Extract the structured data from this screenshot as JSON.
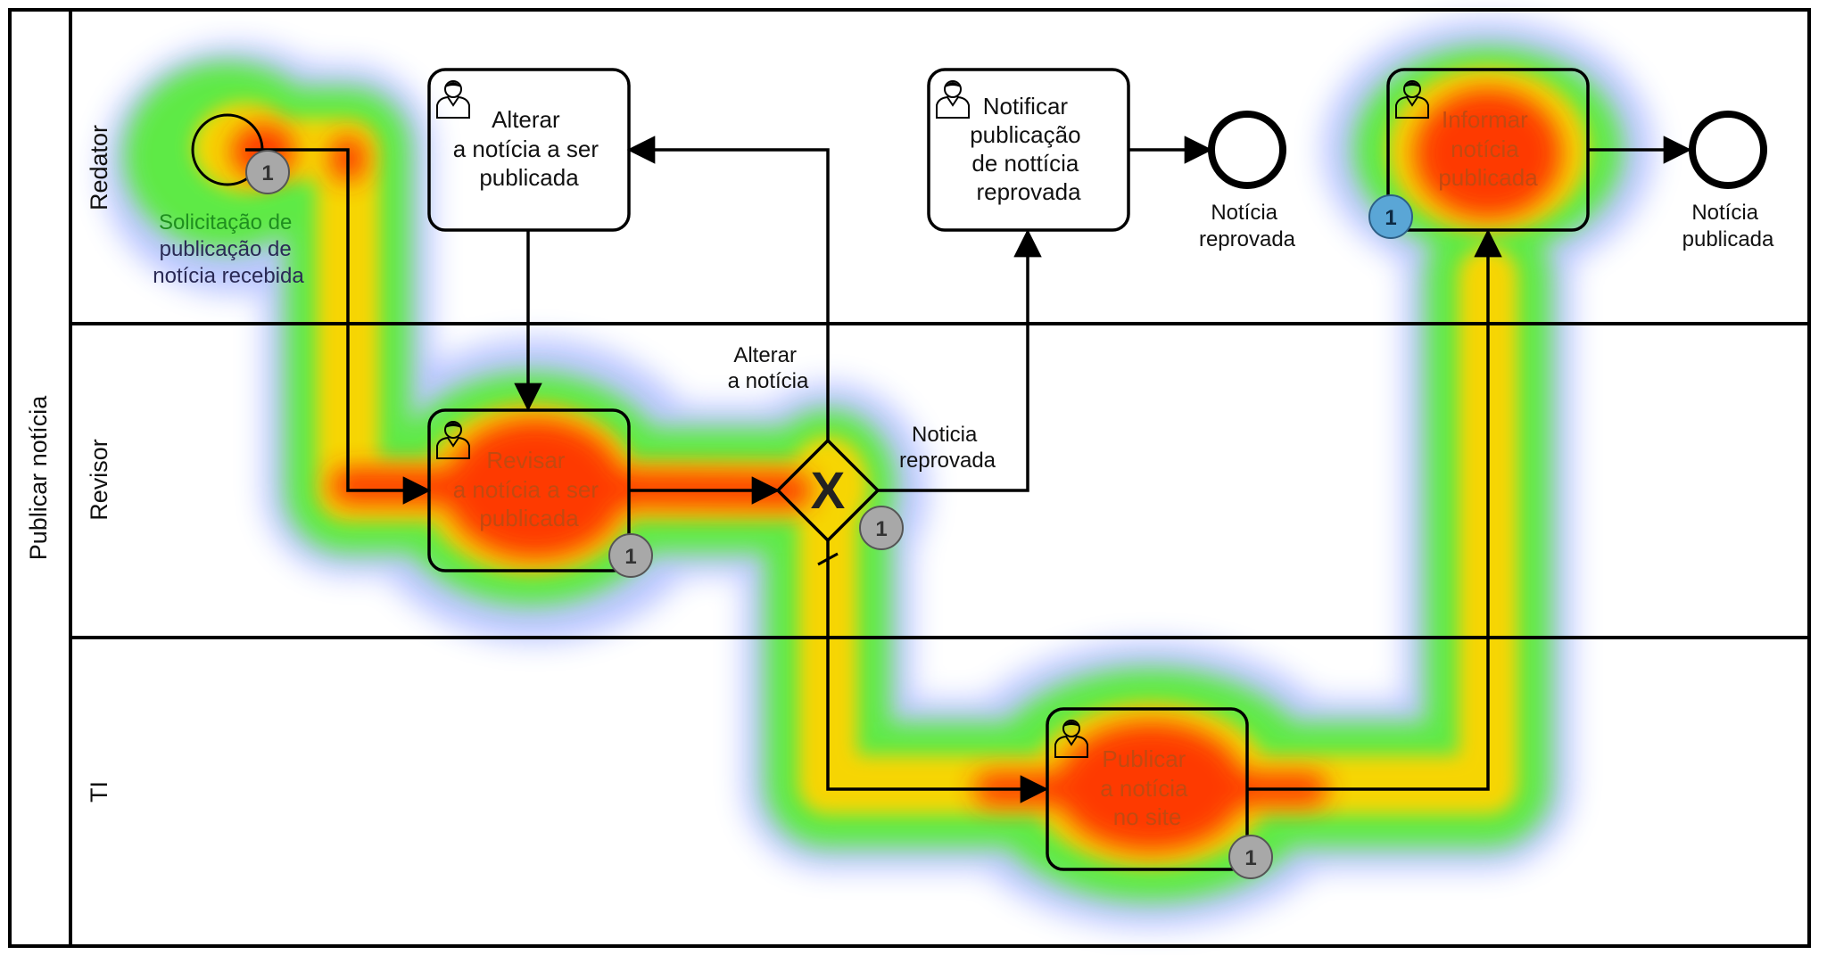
{
  "pool": {
    "label": "Publicar notícia"
  },
  "lanes": [
    {
      "label": "Redator"
    },
    {
      "label": "Revisor"
    },
    {
      "label": "TI"
    }
  ],
  "tasks": {
    "alterar": {
      "lines": [
        "Alterar",
        "a notícia a ser",
        "publicada"
      ]
    },
    "notificar": {
      "lines": [
        "Notificar",
        "publicação",
        "de nottícia",
        "reprovada"
      ]
    },
    "informar": {
      "lines": [
        "Informar",
        "notícia",
        "publicada"
      ]
    },
    "revisar": {
      "lines": [
        "Revisar",
        "a notícia a ser",
        "publicada"
      ]
    },
    "publicar": {
      "lines": [
        "Publicar",
        "a notícia",
        "no site"
      ]
    }
  },
  "events": {
    "start": {
      "lines": [
        "Solicitação de",
        "publicação de",
        "notícia recebida"
      ]
    },
    "end_reprovada": {
      "lines": [
        "Notícia",
        "reprovada"
      ]
    },
    "end_publicada": {
      "lines": [
        "Notícia",
        "publicada"
      ]
    }
  },
  "gateway": {
    "symbol": "X"
  },
  "flow_labels": {
    "alterar": [
      "Alterar",
      "a notícia"
    ],
    "reprovada": [
      "Noticia",
      "reprovada"
    ]
  },
  "badges": {
    "start": "1",
    "revisar": "1",
    "gateway": "1",
    "publicar": "1",
    "informar": "1"
  },
  "colors": {
    "heat_hot": "#ff2a00",
    "heat_warm": "#ffd400",
    "heat_mid": "#55ee33",
    "heat_cool": "#3355ff",
    "badge_grey": "#a8a8a8",
    "badge_blue": "#5aa6d6"
  }
}
